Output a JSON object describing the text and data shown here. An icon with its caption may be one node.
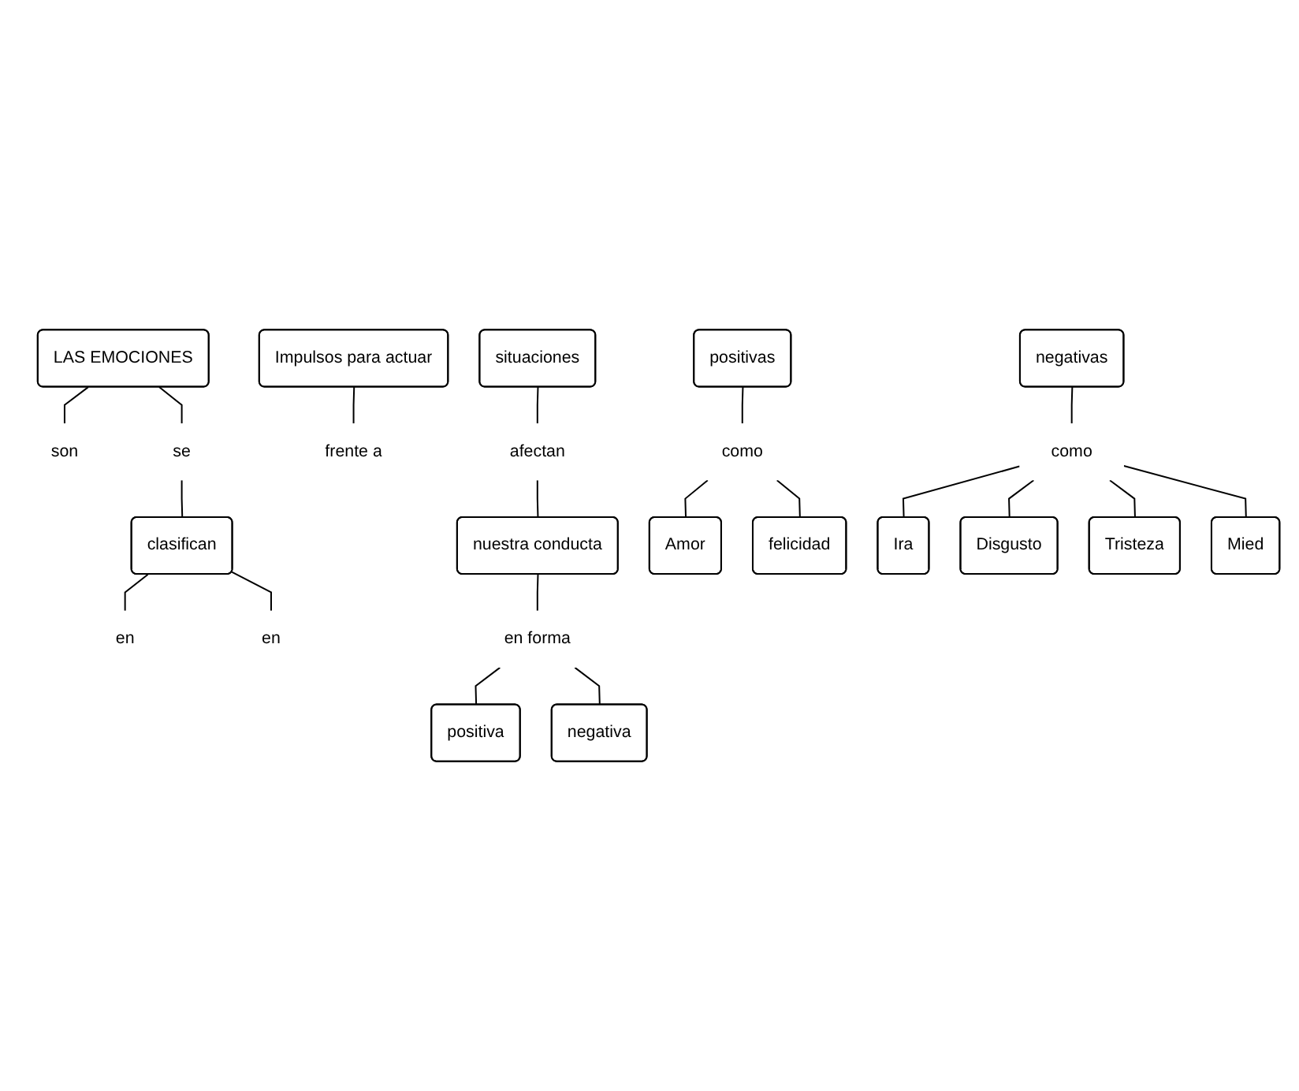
{
  "diagram": {
    "nodes": [
      {
        "text": [
          "LAS EMOCIONES"
        ]
      },
      {
        "text": [
          "son"
        ]
      },
      {
        "text": [
          "se"
        ]
      },
      {
        "text": [
          "Impulsos para actuar"
        ]
      },
      {
        "text": [
          "clasifican"
        ]
      },
      {
        "text": [
          "frente a"
        ]
      },
      {
        "text": [
          "en"
        ]
      },
      {
        "text": [
          "en"
        ]
      },
      {
        "text": [
          "situaciones"
        ]
      },
      {
        "text": [
          "positivas"
        ]
      },
      {
        "text": [
          "negativas"
        ]
      },
      {
        "text": [
          "afectan"
        ]
      },
      {
        "text": [
          "como"
        ]
      },
      {
        "text": [
          "como"
        ]
      },
      {
        "text": [
          "nuestra conducta"
        ]
      },
      {
        "text": [
          "Amor"
        ]
      },
      {
        "text": [
          "Ira"
        ]
      },
      {
        "text": [
          "Mied"
        ]
      },
      {
        "text": [
          "felicidad"
        ]
      },
      {
        "text": [
          "Disgusto"
        ]
      },
      {
        "text": [
          "Tristeza"
        ]
      },
      {
        "text": [
          "en forma"
        ]
      },
      {
        "text": [
          "positiva"
        ]
      },
      {
        "text": [
          "negativa"
        ]
      }
    ],
    "edges": [
      {
        "from": 0,
        "to": 1,
        "arrow": "none"
      },
      {
        "from": 0,
        "to": 2,
        "arrow": "none"
      },
      {
        "from": 2,
        "to": 4,
        "arrow": "none"
      },
      {
        "from": 3,
        "to": 5,
        "arrow": "none"
      },
      {
        "from": 4,
        "to": 6,
        "arrow": "none"
      },
      {
        "from": 4,
        "to": 7,
        "arrow": "none"
      },
      {
        "from": 8,
        "to": 11,
        "arrow": "none"
      },
      {
        "from": 9,
        "to": 12,
        "arrow": "none"
      },
      {
        "from": 10,
        "to": 13,
        "arrow": "none"
      },
      {
        "from": 11,
        "to": 14,
        "arrow": "none"
      },
      {
        "from": 12,
        "to": 15,
        "arrow": "none"
      },
      {
        "from": 12,
        "to": 18,
        "arrow": "none"
      },
      {
        "from": 13,
        "to": 16,
        "arrow": "none"
      },
      {
        "from": 13,
        "to": 19,
        "arrow": "none"
      },
      {
        "from": 13,
        "to": 20,
        "arrow": "none"
      },
      {
        "from": 13,
        "to": 17,
        "arrow": "none"
      },
      {
        "from": 14,
        "to": 21,
        "arrow": "none"
      },
      {
        "from": 21,
        "to": 22,
        "arrow": "none"
      },
      {
        "from": 21,
        "to": 23,
        "arrow": "none"
      }
    ]
  }
}
